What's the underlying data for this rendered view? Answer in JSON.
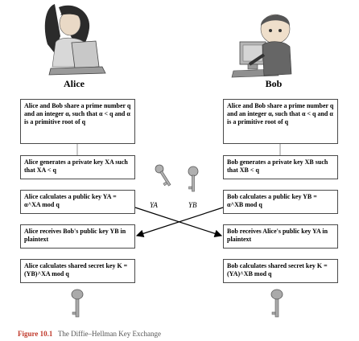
{
  "figure": {
    "caption_number": "Figure 10.1",
    "caption_text": "The Diffie–Hellman Key Exchange"
  },
  "alice": {
    "name": "Alice",
    "steps": [
      "Alice and Bob share a prime number q and an integer α, such that α < q and α is a primitive root of q",
      "Alice generates a private key XA such that XA < q",
      "Alice calculates a public key YA = α^XA mod q",
      "Alice receives Bob's public key YB in plaintext",
      "Alice calculates shared secret key K = (YB)^XA mod q"
    ]
  },
  "bob": {
    "name": "Bob",
    "steps": [
      "Alice and Bob share a prime number q and an integer α, such that α < q and α is a primitive root of q",
      "Bob generates a private key XB such that XB < q",
      "Bob calculates a public key YB = α^XB mod q",
      "Bob receives Alice's public key YA in plaintext",
      "Bob calculates shared secret key K = (YA)^XB mod q"
    ]
  },
  "exchange": {
    "label_a": "YA",
    "label_b": "YB"
  },
  "colors": {
    "box_border": "#4a4a4a",
    "arrow": "#000000",
    "key": "#9a9a9a",
    "caption_number": "#c0392b"
  },
  "icons": [
    "alice-laptop-illustration",
    "bob-computer-illustration",
    "key-icon",
    "key-icon"
  ]
}
